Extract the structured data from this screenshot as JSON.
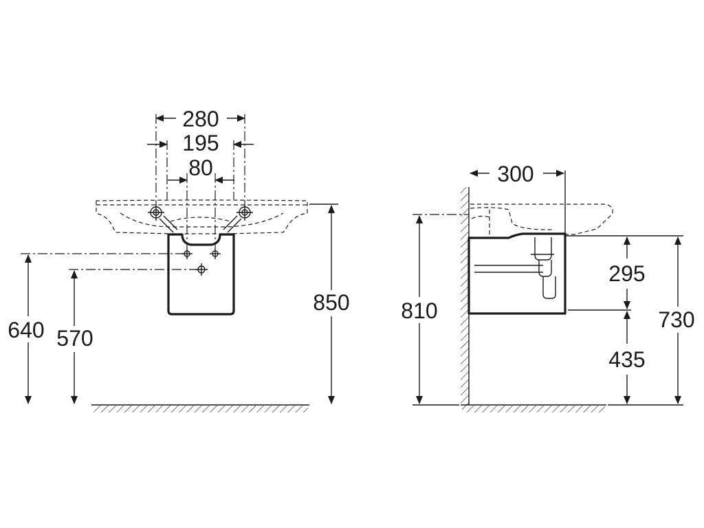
{
  "front_view": {
    "dim_280": "280",
    "dim_195": "195",
    "dim_80": "80",
    "dim_850": "850",
    "dim_640": "640",
    "dim_570": "570"
  },
  "side_view": {
    "dim_300": "300",
    "dim_810": "810",
    "dim_295": "295",
    "dim_435": "435",
    "dim_730": "730"
  },
  "colors": {
    "line": "#1a1a1a",
    "background": "#ffffff"
  }
}
